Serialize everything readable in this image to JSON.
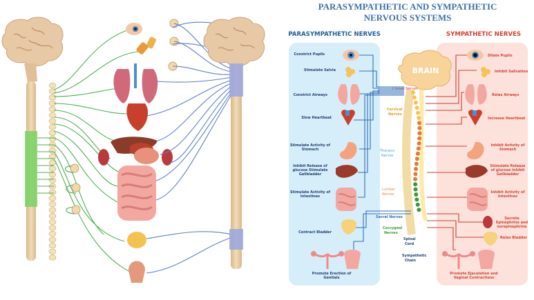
{
  "title_line1": "PARASYMPATHETIC AND SYMPATHETIC",
  "title_line2": "NERVOUS SYSTEMS",
  "brain_label": "BRAIN",
  "para": {
    "header": "PARASYMPATHETIC NERVES",
    "labels": [
      "Constrict Pupils",
      "Stimulate Salvia",
      "Constrict Airways",
      "Slow Heartbeat",
      "Stimulate Activity of Stomach",
      "Inhibit Release of glucose Stimulate Gallbladder",
      "Stimulate Activity of Intestines",
      "Contract Bladder",
      "Promote Erection of Genitals"
    ]
  },
  "symp": {
    "header": "SYMPATHETIC NERVES",
    "labels": [
      "Dilate Pupils",
      "Inhibit Salivation",
      "Relax Airways",
      "Increase Heartbeat",
      "Inhibit Activity of Stomach",
      "Stimulate Release of glucose Inhibit Gallbladder",
      "Inhibit Activity of Intestines",
      "Secrete Epinephrine and norepinephrine",
      "Relax Bladder",
      "Promote Ejaculation and Vaginal Contractions"
    ]
  },
  "spine": {
    "cranial": "Cranial Nerves",
    "cervical": "Cervical Nerves",
    "thoracic": "Thoracic Nerves",
    "lumbar": "Lumbar Nerves",
    "sacral": "Sacral Nerves",
    "coccygeal": "Coccygeal Nerves",
    "spinal_cord": "Spinal Cord",
    "symp_chain": "Sympathetic Chain"
  },
  "colors": {
    "title": "#3d6fa8",
    "para_panel": "#d6eef9",
    "symp_panel": "#fde2dc",
    "para_header": "#1f5fa0",
    "symp_header": "#d7402b",
    "para_nerve": "#2d6fb8",
    "symp_nerve": "#c8402c",
    "green_nerve": "#4caf50"
  }
}
